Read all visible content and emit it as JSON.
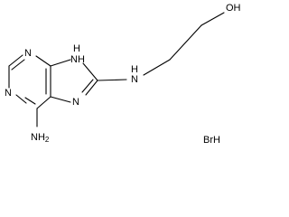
{
  "molecule": {
    "atoms": {
      "n1": "N",
      "n3": "N",
      "n7": "N",
      "nh9": "NH",
      "h9": "H",
      "nh_side": "N",
      "h_side": "H",
      "oh": "OH",
      "nh2": "NH",
      "nh2_sub": "2"
    },
    "counterion": "BrH"
  }
}
